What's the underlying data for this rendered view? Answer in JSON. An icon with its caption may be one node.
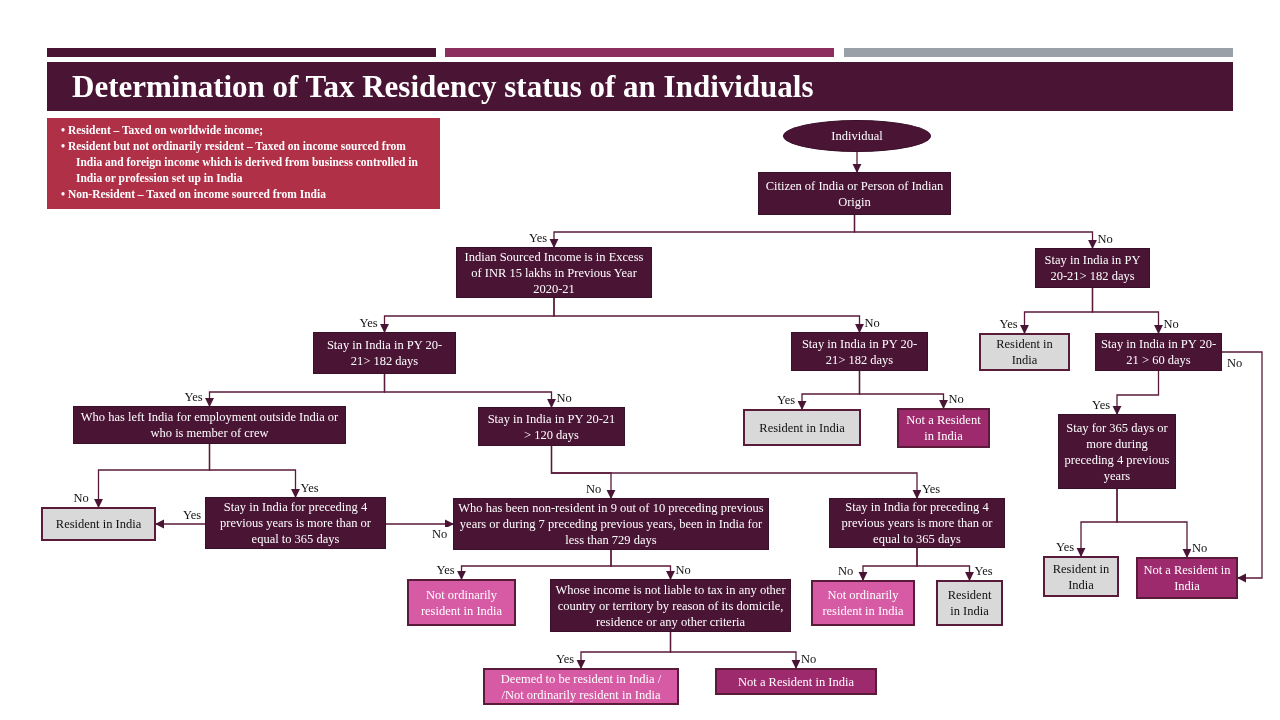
{
  "diagram": {
    "title": "Determination of Tax Residency status of an Individuals",
    "nodes": [
      {
        "text": [
          "• Resident – Taxed on worldwide income;",
          "• Resident but not ordinarily resident – Taxed on income sourced from India and foreign income which is derived from business controlled in India or profession set up in India",
          "• Non-Resident – Taxed on income sourced from India"
        ]
      },
      {
        "text": [
          "Individual"
        ]
      },
      {
        "text": [
          "Citizen of India or Person of Indian Origin"
        ]
      },
      {
        "text": [
          "Indian Sourced Income is in Excess of INR 15 lakhs in Previous Year 2020-21"
        ]
      },
      {
        "text": [
          "Stay in India in PY 20-21> 182 days"
        ]
      },
      {
        "text": [
          "Stay in India in PY 20-21> 182 days"
        ]
      },
      {
        "text": [
          "Stay in India in PY 20-21> 182 days"
        ]
      },
      {
        "text": [
          "Resident in India"
        ]
      },
      {
        "text": [
          "Stay in India in PY 20-21 > 60 days"
        ]
      },
      {
        "text": [
          "Who has left India for employment outside India or who is member of crew"
        ]
      },
      {
        "text": [
          "Stay in India in PY 20-21 > 120 days"
        ]
      },
      {
        "text": [
          "Resident in India"
        ]
      },
      {
        "text": [
          "Not a Resident in India"
        ]
      },
      {
        "text": [
          "Stay for 365 days or more during preceding 4 previous years"
        ]
      },
      {
        "text": [
          "Resident in India"
        ]
      },
      {
        "text": [
          "Stay in India for preceding 4 previous years is more than or equal to 365 days"
        ]
      },
      {
        "text": [
          "Who has been non-resident in 9 out of 10 preceding previous years or during 7 preceding previous years, been in India for less than 729 days"
        ]
      },
      {
        "text": [
          "Stay in India for preceding 4 previous years is more than or equal to 365 days"
        ]
      },
      {
        "text": [
          "Resident in India"
        ]
      },
      {
        "text": [
          "Not a Resident in India"
        ]
      },
      {
        "text": [
          "Not ordinarily resident in India"
        ]
      },
      {
        "text": [
          "Whose income is not liable to tax in any other country or territory by reason of its domicile, residence or any other criteria"
        ]
      },
      {
        "text": [
          "Not ordinarily resident in India"
        ]
      },
      {
        "text": [
          "Resident in India"
        ]
      },
      {
        "text": [
          "Deemed to be resident in India / /Not ordinarily resident in India"
        ]
      },
      {
        "text": [
          "Not a Resident in India"
        ]
      }
    ],
    "edges": [
      {
        "from": 1,
        "to": 2,
        "arrow": "to"
      },
      {
        "from": 2,
        "to": 3,
        "arrow": "to",
        "label": "Yes"
      },
      {
        "from": 2,
        "to": 4,
        "arrow": "to",
        "label": "No"
      },
      {
        "from": 3,
        "to": 5,
        "arrow": "to",
        "label": "Yes"
      },
      {
        "from": 3,
        "to": 6,
        "arrow": "to",
        "label": "No"
      },
      {
        "from": 4,
        "to": 7,
        "arrow": "to",
        "label": "Yes"
      },
      {
        "from": 4,
        "to": 8,
        "arrow": "to",
        "label": "No"
      },
      {
        "from": 5,
        "to": 9,
        "arrow": "to",
        "label": "Yes"
      },
      {
        "from": 5,
        "to": 10,
        "arrow": "to",
        "label": "No"
      },
      {
        "from": 6,
        "to": 11,
        "arrow": "to",
        "label": "Yes"
      },
      {
        "from": 6,
        "to": 12,
        "arrow": "to",
        "label": "No"
      },
      {
        "from": 8,
        "to": 13,
        "arrow": "to",
        "label": "Yes"
      },
      {
        "from": 8,
        "to": 19,
        "arrow": "to",
        "label": "No"
      },
      {
        "from": 9,
        "to": 14,
        "arrow": "to",
        "label": "No"
      },
      {
        "from": 9,
        "to": 15,
        "arrow": "to",
        "label": "Yes"
      },
      {
        "from": 15,
        "to": 14,
        "arrow": "to",
        "label": "Yes"
      },
      {
        "from": 15,
        "to": 16,
        "arrow": "to",
        "label": "No"
      },
      {
        "from": 10,
        "to": 16,
        "arrow": "to",
        "label": "No"
      },
      {
        "from": 10,
        "to": 17,
        "arrow": "to",
        "label": "Yes"
      },
      {
        "from": 13,
        "to": 18,
        "arrow": "to",
        "label": "Yes"
      },
      {
        "from": 13,
        "to": 19,
        "arrow": "to",
        "label": "No"
      },
      {
        "from": 16,
        "to": 20,
        "arrow": "to",
        "label": "Yes"
      },
      {
        "from": 16,
        "to": 21,
        "arrow": "to",
        "label": "No"
      },
      {
        "from": 17,
        "to": 22,
        "arrow": "to",
        "label": "No"
      },
      {
        "from": 17,
        "to": 23,
        "arrow": "to",
        "label": "Yes"
      },
      {
        "from": 21,
        "to": 24,
        "arrow": "to",
        "label": "Yes"
      },
      {
        "from": 21,
        "to": 25,
        "arrow": "to",
        "label": "No"
      }
    ]
  }
}
